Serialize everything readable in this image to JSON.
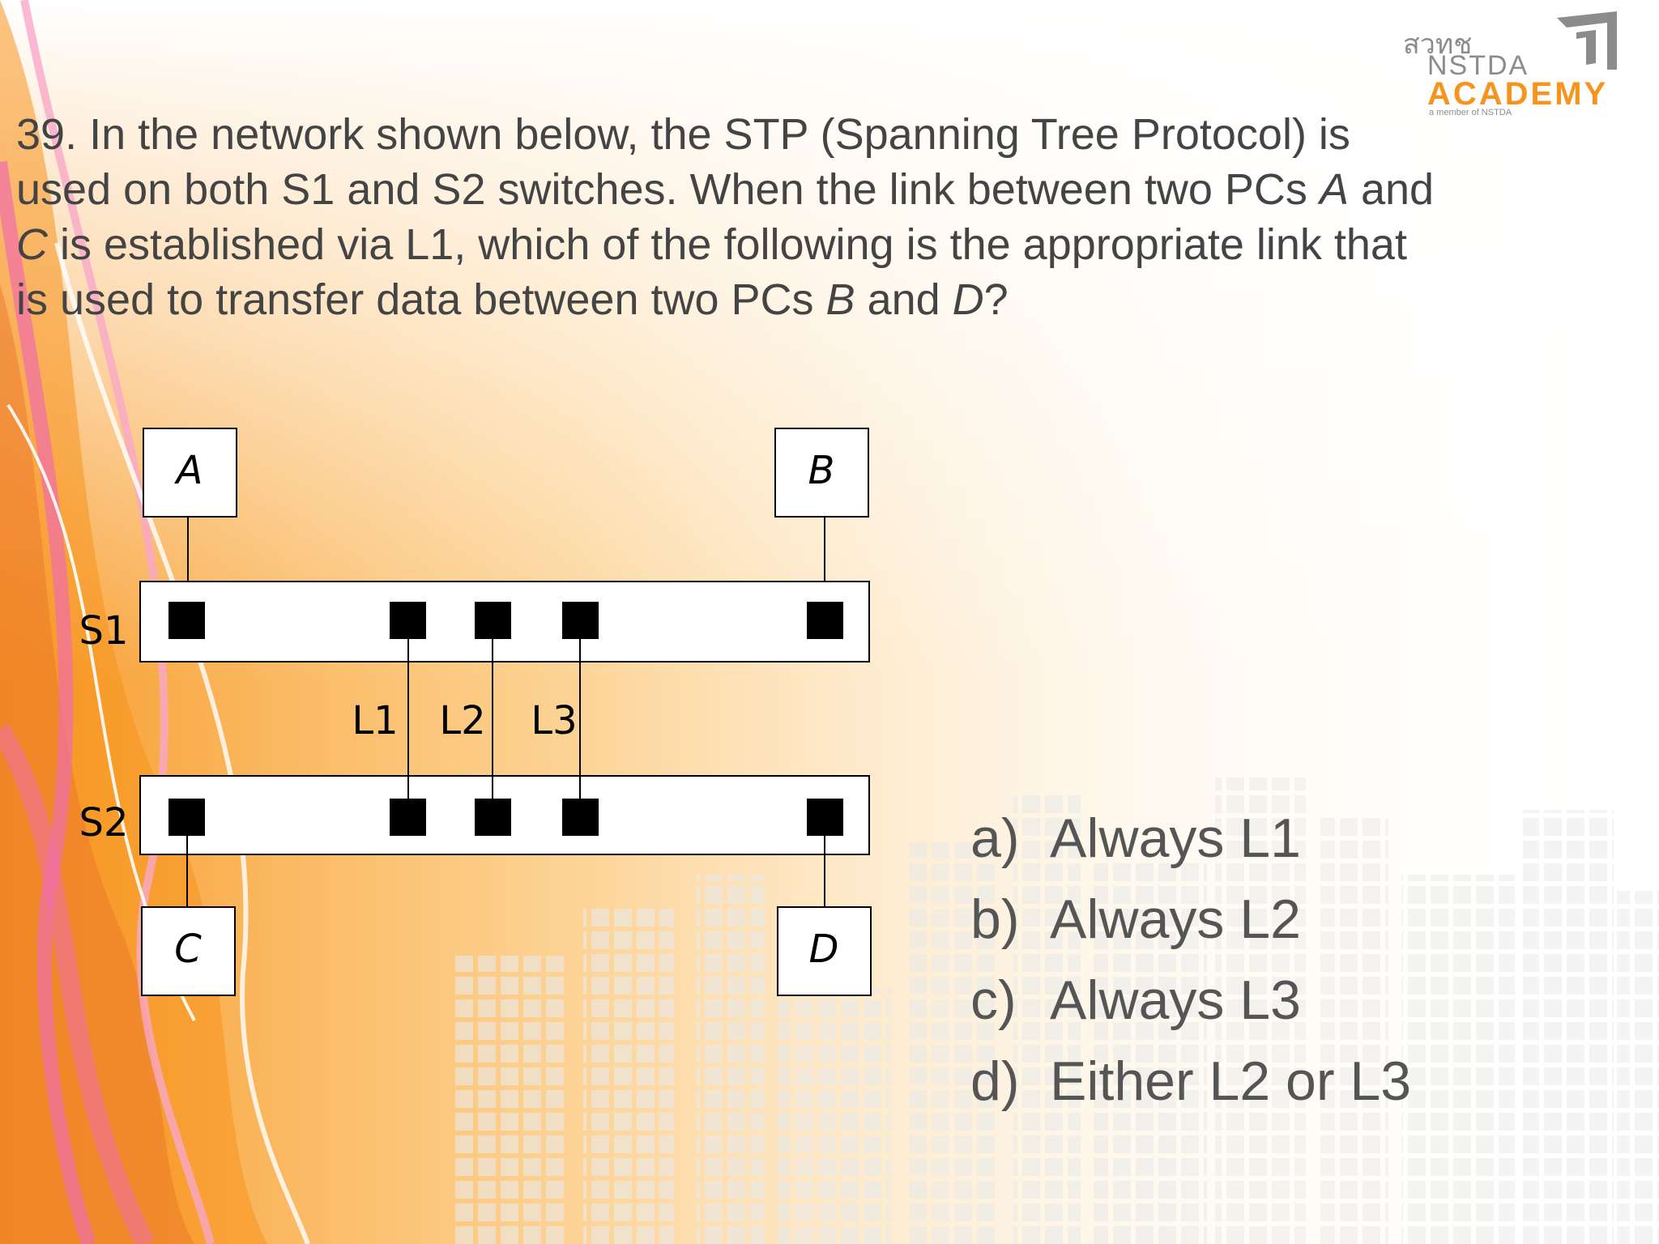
{
  "question": {
    "parts": [
      {
        "text": "39. In the network shown below, the STP (Spanning Tree Protocol) is used on both S1 and S2 switches.  When the link between two PCs ",
        "italic": false
      },
      {
        "text": "A",
        "italic": true
      },
      {
        "text": " and ",
        "italic": false
      },
      {
        "text": "C",
        "italic": true
      },
      {
        "text": " is established via L1, which of the following is the appropriate link that is used to transfer data between two PCs ",
        "italic": false
      },
      {
        "text": "B",
        "italic": true
      },
      {
        "text": " and ",
        "italic": false
      },
      {
        "text": "D",
        "italic": true
      },
      {
        "text": "?",
        "italic": false
      }
    ]
  },
  "logo": {
    "thai": "สวทช",
    "org": "NSTDA",
    "name": "ACADEMY",
    "tagline": "a member of NSTDA"
  },
  "diagram": {
    "pcs": {
      "a": "A",
      "b": "B",
      "c": "C",
      "d": "D"
    },
    "switches": {
      "s1": "S1",
      "s2": "S2"
    },
    "links": [
      "L1",
      "L2",
      "L3"
    ]
  },
  "answers": [
    {
      "letter": "a)",
      "text": "Always L1"
    },
    {
      "letter": "b)",
      "text": "Always L2"
    },
    {
      "letter": "c)",
      "text": "Always L3"
    },
    {
      "letter": "d)",
      "text": "Either L2 or L3"
    }
  ],
  "colors": {
    "accent": "#F7941D",
    "text": "#444444",
    "answer_text": "#555555",
    "logo_gray": "#8C8C8C"
  }
}
